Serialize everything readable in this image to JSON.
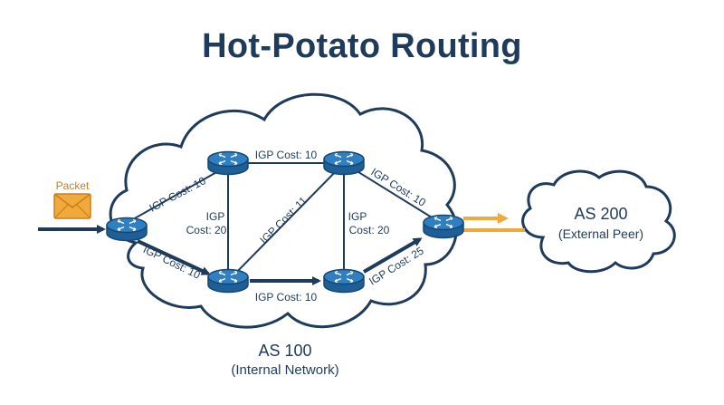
{
  "title": "Hot-Potato Routing",
  "packet_label": "Packet",
  "internal_as": {
    "name": "AS 100",
    "desc": "(Internal Network)"
  },
  "external_as": {
    "name": "AS 200",
    "desc": "(External Peer)"
  },
  "links": {
    "ingress_top": "IGP Cost: 10",
    "top_h": "IGP Cost: 10",
    "top_right_egress": "IGP Cost: 10",
    "ingress_bottom": "IGP Cost: 10",
    "bottom_h": "IGP Cost: 10",
    "bottom_right_egress": "IGP Cost: 25",
    "diag": "IGP Cost: 11",
    "left_vertical_a": "IGP",
    "left_vertical_b": "Cost: 20",
    "right_vertical_a": "IGP",
    "right_vertical_b": "Cost: 20"
  },
  "colors": {
    "title": "#1f3b5c",
    "router": "#2f7fc1",
    "router_dark": "#1d5f96",
    "link": "#1f3b5c",
    "egress": "#f2a93b",
    "envelope": "#f2a93b"
  }
}
